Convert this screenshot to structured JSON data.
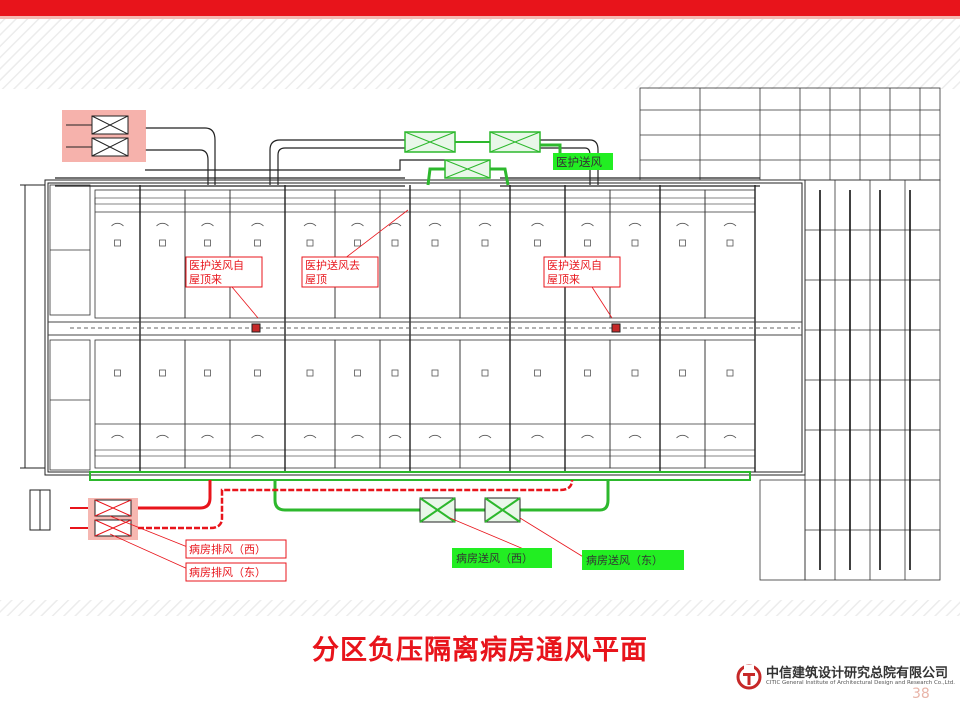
{
  "slide": {
    "title": "分区负压隔离病房通风平面",
    "page_number": "38"
  },
  "logo": {
    "name_cn": "中信建筑设计研究总院有限公司",
    "name_en": "CITIC General Institute of Architectural Design and Research Co.,Ltd."
  },
  "labels": {
    "staff_supply": "医护送风",
    "staff_from_roof_1": [
      "医护送风自",
      "屋顶来"
    ],
    "staff_to_roof": [
      "医护送风去",
      "屋顶"
    ],
    "staff_from_roof_2": [
      "医护送风自",
      "屋顶来"
    ],
    "ward_exhaust_west": "病房排风（西）",
    "ward_exhaust_east": "病房排风（东）",
    "ward_supply_west": "病房送风（西）",
    "ward_supply_east": "病房送风（东）"
  },
  "colors": {
    "accent_red": "#e8141b",
    "supply_green": "#2db82d",
    "label_green": "#22ee22",
    "exhaust_red": "#e8141b",
    "plan_line": "#222222"
  }
}
